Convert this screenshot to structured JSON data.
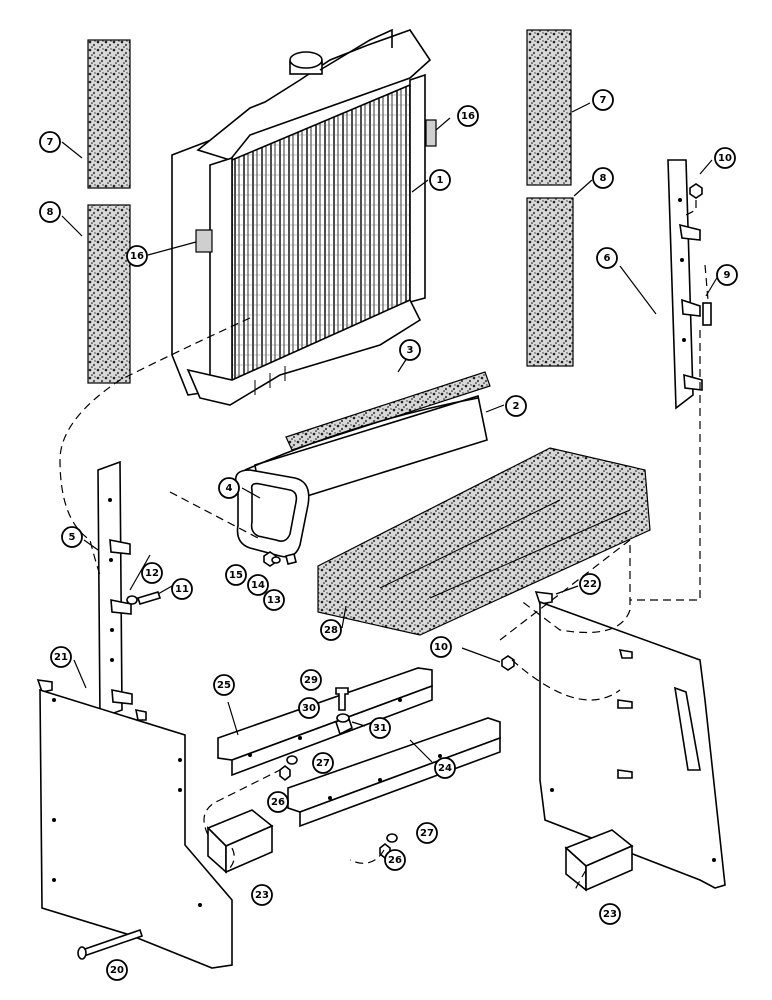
{
  "diagram": {
    "callouts": [
      {
        "id": "c7a",
        "label": "7"
      },
      {
        "id": "c8a",
        "label": "8"
      },
      {
        "id": "c16a",
        "label": "16"
      },
      {
        "id": "c16b",
        "label": "16"
      },
      {
        "id": "c1",
        "label": "1"
      },
      {
        "id": "c7b",
        "label": "7"
      },
      {
        "id": "c8b",
        "label": "8"
      },
      {
        "id": "c10a",
        "label": "10"
      },
      {
        "id": "c6",
        "label": "6"
      },
      {
        "id": "c9",
        "label": "9"
      },
      {
        "id": "c3",
        "label": "3"
      },
      {
        "id": "c2",
        "label": "2"
      },
      {
        "id": "c4",
        "label": "4"
      },
      {
        "id": "c5",
        "label": "5"
      },
      {
        "id": "c15",
        "label": "15"
      },
      {
        "id": "c14",
        "label": "14"
      },
      {
        "id": "c13",
        "label": "13"
      },
      {
        "id": "c12",
        "label": "12"
      },
      {
        "id": "c11",
        "label": "11"
      },
      {
        "id": "c28",
        "label": "28"
      },
      {
        "id": "c22",
        "label": "22"
      },
      {
        "id": "c29",
        "label": "29"
      },
      {
        "id": "c30",
        "label": "30"
      },
      {
        "id": "c10b",
        "label": "10"
      },
      {
        "id": "c21",
        "label": "21"
      },
      {
        "id": "c25",
        "label": "25"
      },
      {
        "id": "c31",
        "label": "31"
      },
      {
        "id": "c27a",
        "label": "27"
      },
      {
        "id": "c26a",
        "label": "26"
      },
      {
        "id": "c24",
        "label": "24"
      },
      {
        "id": "c27b",
        "label": "27"
      },
      {
        "id": "c26b",
        "label": "26"
      },
      {
        "id": "c23a",
        "label": "23"
      },
      {
        "id": "c23b",
        "label": "23"
      },
      {
        "id": "c20",
        "label": "20"
      }
    ]
  }
}
